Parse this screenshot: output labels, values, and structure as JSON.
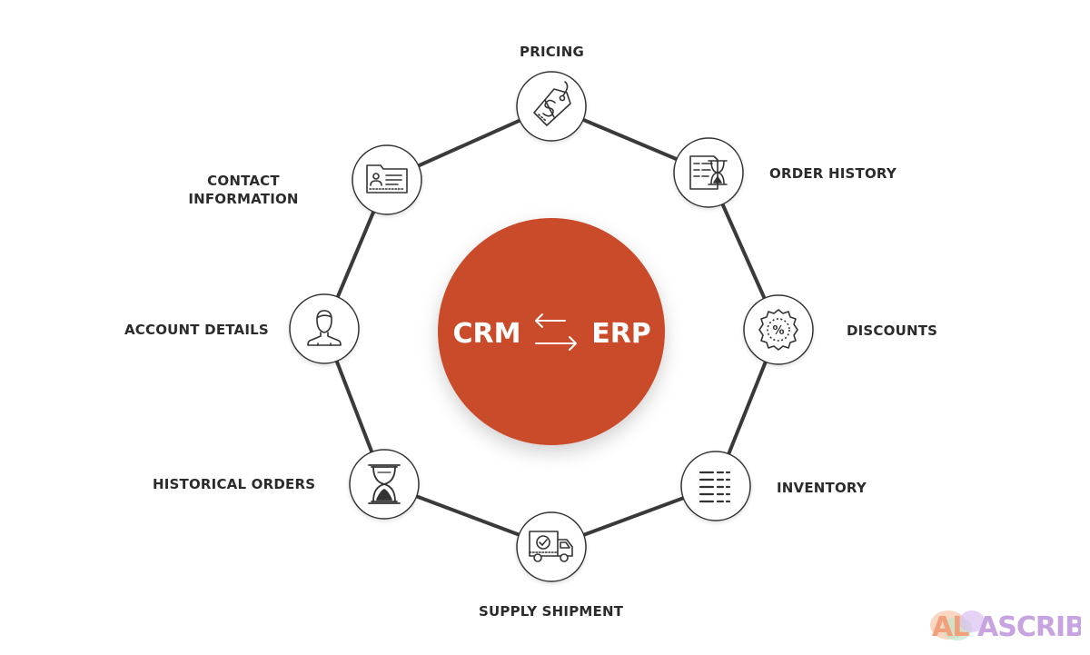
{
  "center": {
    "left": "CRM",
    "right": "ERP",
    "fill": "#c94c2a",
    "arrow_icon": "swap-arrows-icon"
  },
  "nodes": [
    {
      "id": "pricing",
      "label": "PRICING",
      "icon": "price-tag-icon"
    },
    {
      "id": "order-history",
      "label": "ORDER HISTORY",
      "icon": "document-hourglass-icon"
    },
    {
      "id": "discounts",
      "label": "DISCOUNTS",
      "icon": "percent-badge-icon"
    },
    {
      "id": "inventory",
      "label": "INVENTORY",
      "icon": "list-icon"
    },
    {
      "id": "supply-shipment",
      "label": "SUPPLY SHIPMENT",
      "icon": "delivery-truck-icon"
    },
    {
      "id": "historical-orders",
      "label": "HISTORICAL ORDERS",
      "icon": "hourglass-icon"
    },
    {
      "id": "account-details",
      "label": "ACCOUNT DETAILS",
      "icon": "user-icon"
    },
    {
      "id": "contact-information",
      "label": [
        "CONTACT",
        "INFORMATION"
      ],
      "icon": "contact-card-icon"
    }
  ],
  "logo": {
    "text": "AL ASCRIBE",
    "colors": [
      "#f2a07b",
      "#a6d8b6",
      "#c7a3e0"
    ]
  },
  "colors": {
    "ring": "#3a3a3a",
    "node_border": "#333333",
    "label": "#2b2b2b"
  }
}
